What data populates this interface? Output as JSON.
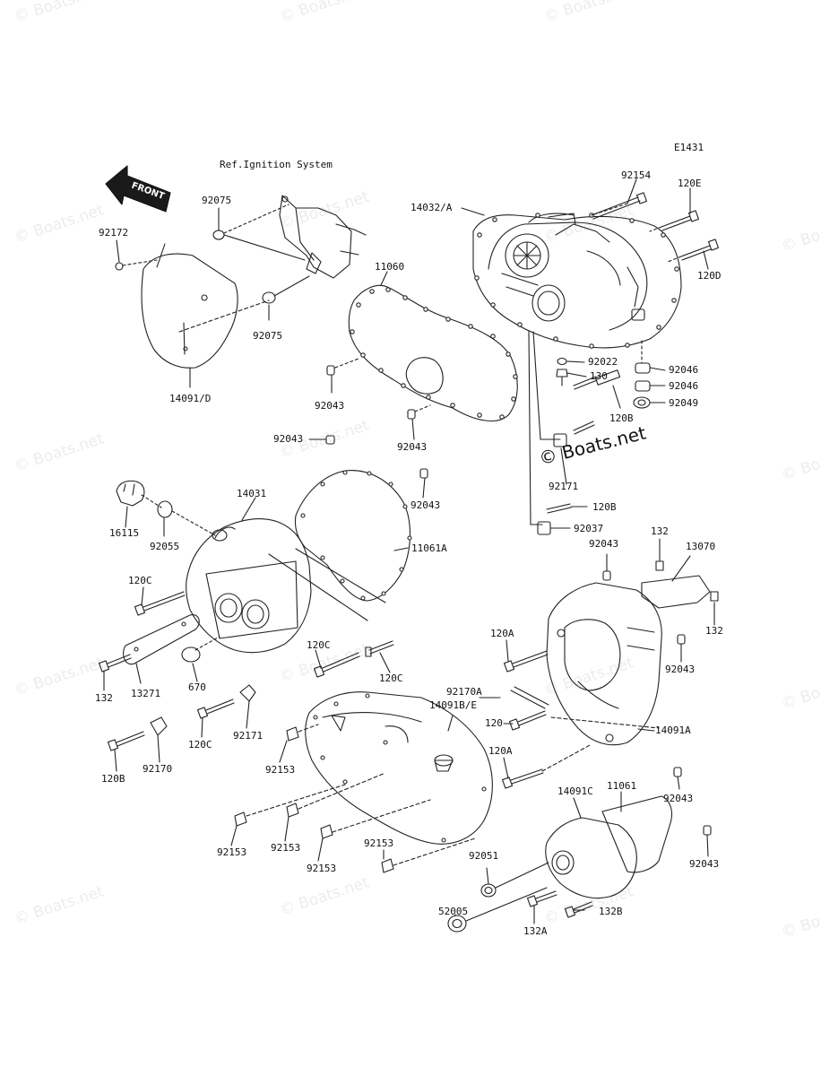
{
  "diagram_code": "E1431",
  "reference_note": "Ref.Ignition System",
  "front_label": "FRONT",
  "watermark": "© Boats.net",
  "center_watermark": "© Boats.net",
  "labels": [
    {
      "id": "92154",
      "t": "92154"
    },
    {
      "id": "120E",
      "t": "120E"
    },
    {
      "id": "14032A",
      "t": "14032/A"
    },
    {
      "id": "120D",
      "t": "120D"
    },
    {
      "id": "92075a",
      "t": "92075"
    },
    {
      "id": "92172",
      "t": "92172"
    },
    {
      "id": "11060",
      "t": "11060"
    },
    {
      "id": "92075b",
      "t": "92075"
    },
    {
      "id": "92022",
      "t": "92022"
    },
    {
      "id": "92046a",
      "t": "92046"
    },
    {
      "id": "130",
      "t": "130"
    },
    {
      "id": "92046b",
      "t": "92046"
    },
    {
      "id": "92049",
      "t": "92049"
    },
    {
      "id": "120Ba",
      "t": "120B"
    },
    {
      "id": "92043a",
      "t": "92043"
    },
    {
      "id": "14091D",
      "t": "14091/D"
    },
    {
      "id": "92043b",
      "t": "92043"
    },
    {
      "id": "92043c",
      "t": "92043"
    },
    {
      "id": "14031",
      "t": "14031"
    },
    {
      "id": "92043d",
      "t": "92043"
    },
    {
      "id": "92171a",
      "t": "92171"
    },
    {
      "id": "120Bb",
      "t": "120B"
    },
    {
      "id": "16115",
      "t": "16115"
    },
    {
      "id": "92055",
      "t": "92055"
    },
    {
      "id": "92037",
      "t": "92037"
    },
    {
      "id": "11061A",
      "t": "11061A"
    },
    {
      "id": "92043e",
      "t": "92043"
    },
    {
      "id": "132a",
      "t": "132"
    },
    {
      "id": "13070",
      "t": "13070"
    },
    {
      "id": "120Ca",
      "t": "120C"
    },
    {
      "id": "132b",
      "t": "132"
    },
    {
      "id": "120Aa",
      "t": "120A"
    },
    {
      "id": "92043f",
      "t": "92043"
    },
    {
      "id": "120Cb",
      "t": "120C"
    },
    {
      "id": "120Cc",
      "t": "120C"
    },
    {
      "id": "132c",
      "t": "132"
    },
    {
      "id": "13271",
      "t": "13271"
    },
    {
      "id": "670",
      "t": "670"
    },
    {
      "id": "92170A",
      "t": "92170A"
    },
    {
      "id": "14091BE",
      "t": "14091B/E"
    },
    {
      "id": "120",
      "t": "120"
    },
    {
      "id": "120Cd",
      "t": "120C"
    },
    {
      "id": "92171b",
      "t": "92171"
    },
    {
      "id": "14091A",
      "t": "14091A"
    },
    {
      "id": "120Bc",
      "t": "120B"
    },
    {
      "id": "92170",
      "t": "92170"
    },
    {
      "id": "92153a",
      "t": "92153"
    },
    {
      "id": "120Ab",
      "t": "120A"
    },
    {
      "id": "11061",
      "t": "11061"
    },
    {
      "id": "14091C",
      "t": "14091C"
    },
    {
      "id": "92043g",
      "t": "92043"
    },
    {
      "id": "92153b",
      "t": "92153"
    },
    {
      "id": "92153c",
      "t": "92153"
    },
    {
      "id": "92153d",
      "t": "92153"
    },
    {
      "id": "92153e",
      "t": "92153"
    },
    {
      "id": "92051",
      "t": "92051"
    },
    {
      "id": "92043h",
      "t": "92043"
    },
    {
      "id": "52005",
      "t": "52005"
    },
    {
      "id": "132A",
      "t": "132A"
    },
    {
      "id": "132B",
      "t": "132B"
    }
  ]
}
